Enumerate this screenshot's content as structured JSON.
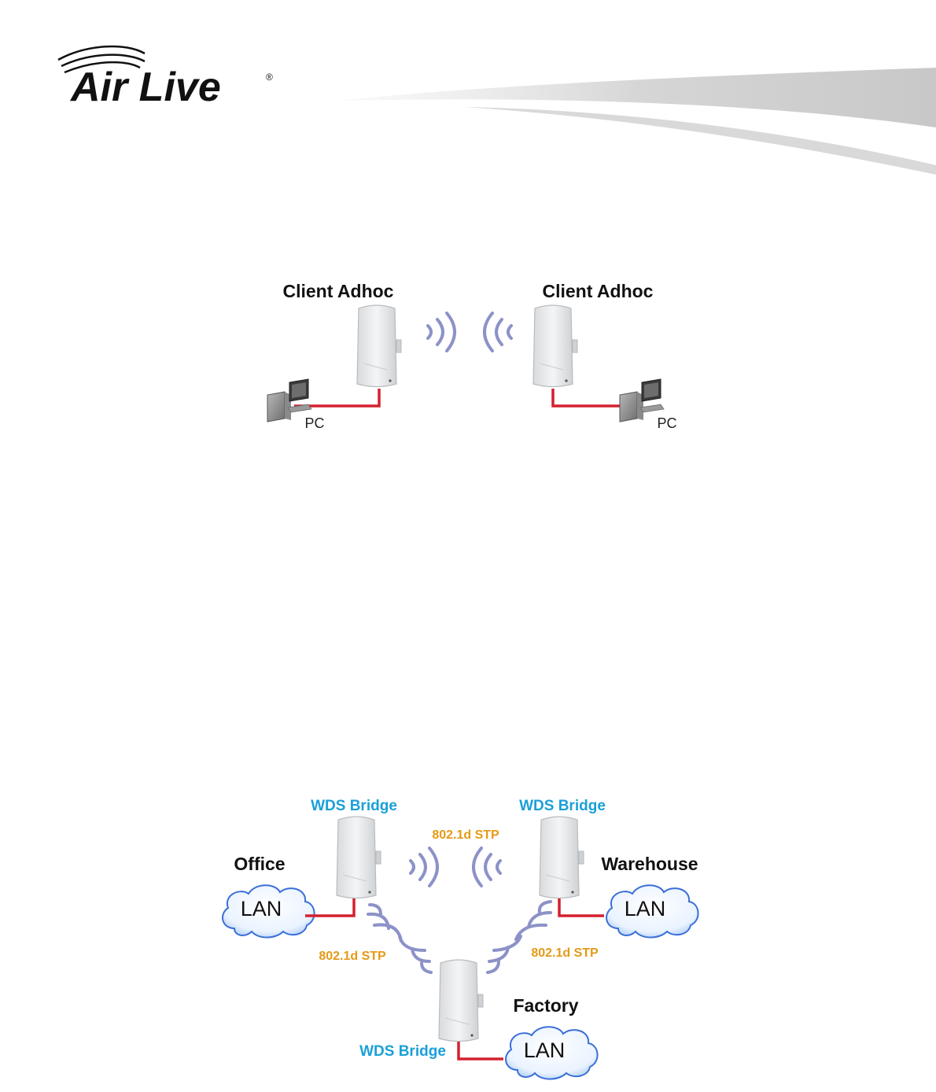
{
  "logo": {
    "brand": "Air Live",
    "registered": "®"
  },
  "diagram1": {
    "left_device_label": "Client Adhoc",
    "right_device_label": "Client Adhoc",
    "left_pc_label": "PC",
    "right_pc_label": "PC"
  },
  "diagram2": {
    "wds_label_left": "WDS Bridge",
    "wds_label_right": "WDS Bridge",
    "wds_label_bottom": "WDS Bridge",
    "stp_top": "802.1d STP",
    "stp_left": "802.1d STP",
    "stp_right": "802.1d STP",
    "office_label": "Office",
    "warehouse_label": "Warehouse",
    "factory_label": "Factory",
    "lan_office": "LAN",
    "lan_warehouse": "LAN",
    "lan_factory": "LAN"
  },
  "colors": {
    "cable": "#d42030",
    "wds_text": "#1aa0d8",
    "stp_text": "#e49a17",
    "cloud_outline": "#3a6fd8",
    "signal_wave": "#8c92c8"
  }
}
